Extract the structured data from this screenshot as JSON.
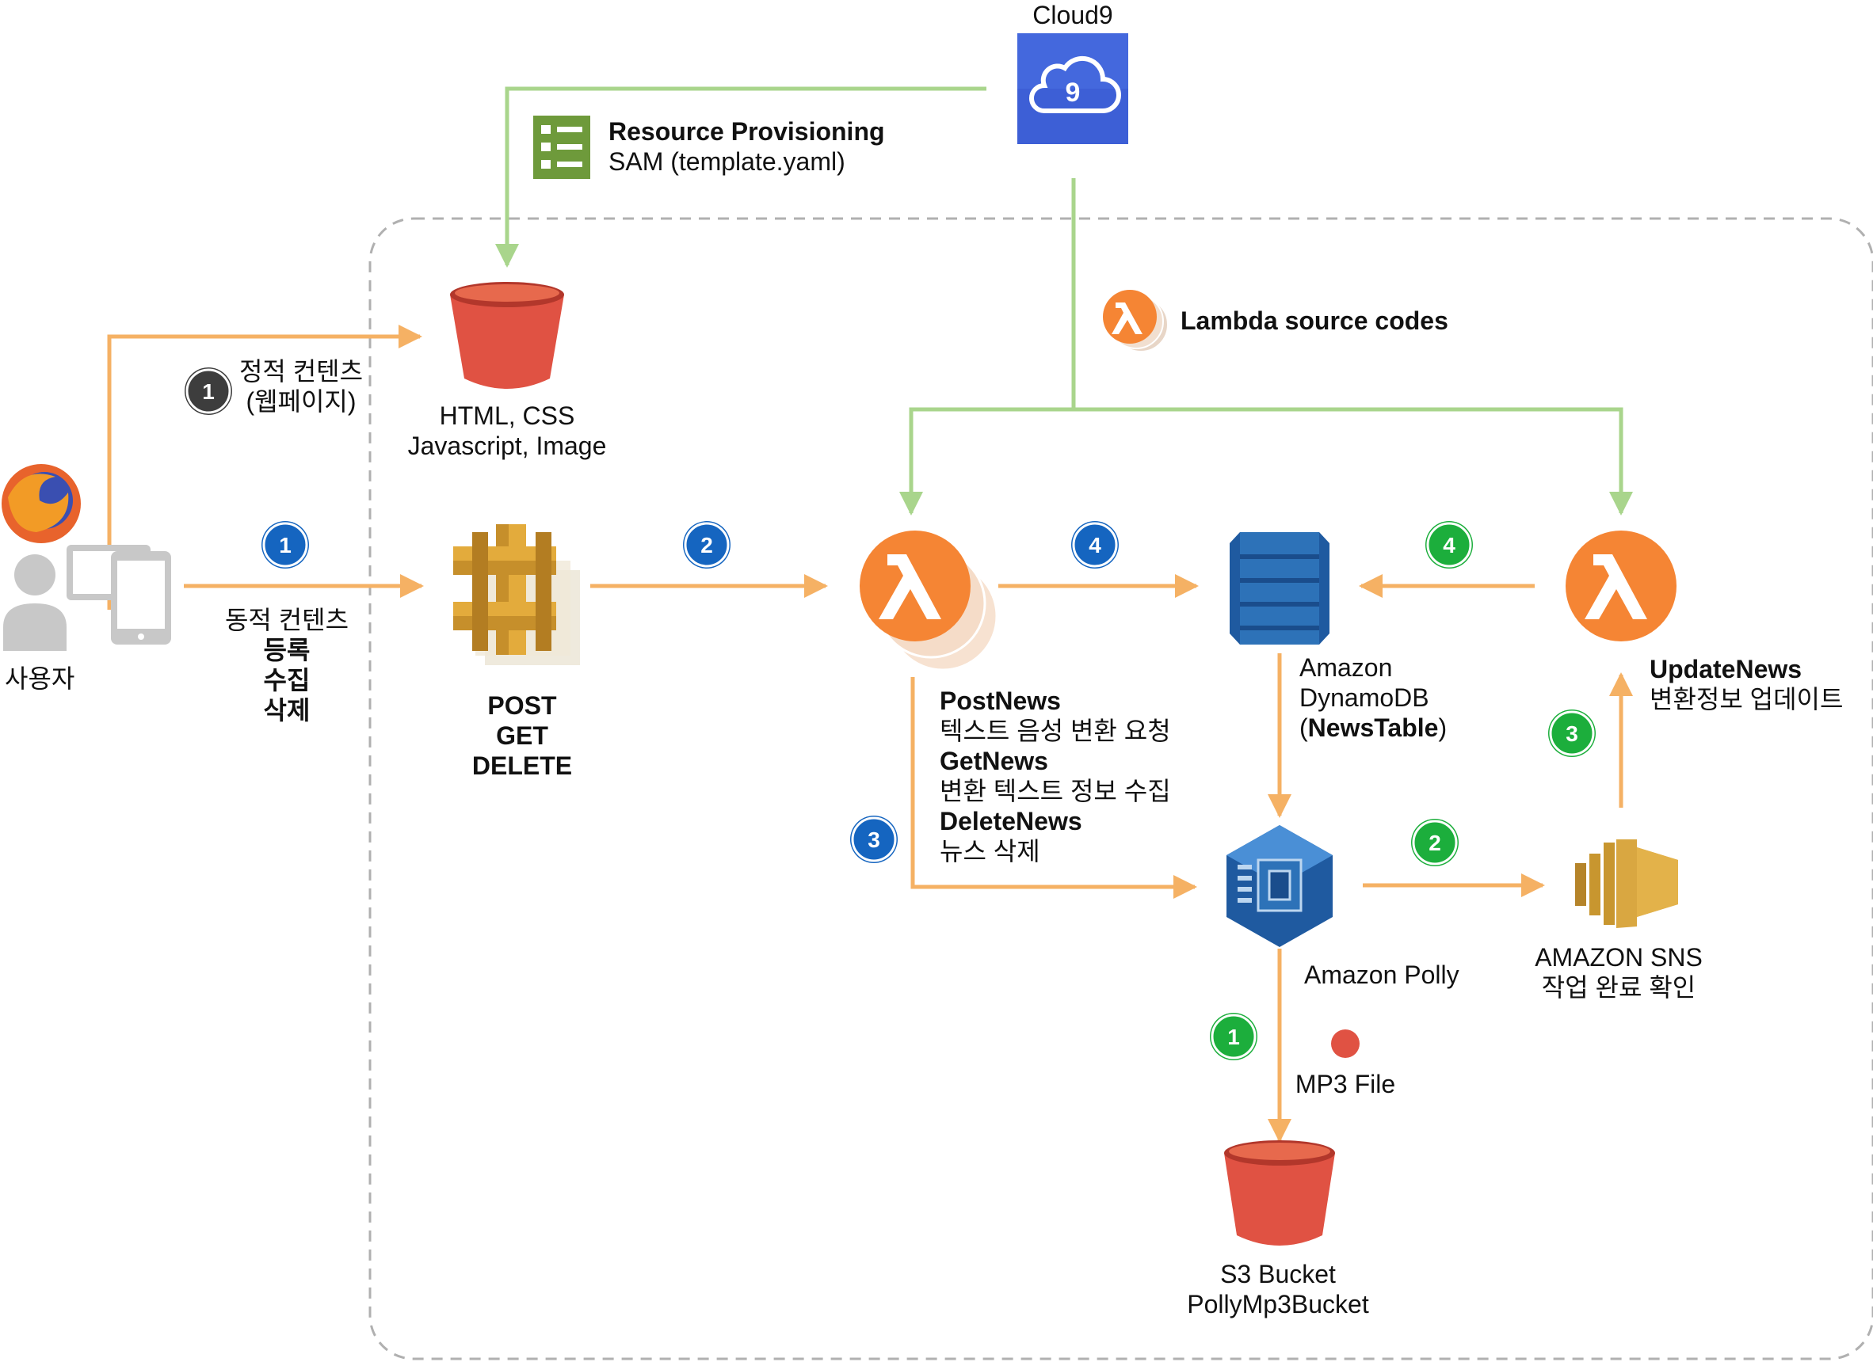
{
  "cloud9": {
    "label": "Cloud9",
    "glyph": "9"
  },
  "provisioning": {
    "title": "Resource Provisioning",
    "subtitle": "SAM (template.yaml)"
  },
  "lambda_source": {
    "label": "Lambda source codes"
  },
  "user": {
    "label": "사용자"
  },
  "static_flow": {
    "step": "1",
    "line1": "정적 컨텐츠",
    "line2": "(웹페이지)"
  },
  "dynamic_flow": {
    "step": "1",
    "line1": "동적 컨텐츠",
    "line2": "등록",
    "line3": "수집",
    "line4": "삭제"
  },
  "s3_web": {
    "line1": "HTML, CSS",
    "line2": "Javascript, Image"
  },
  "api_gateway": {
    "line1": "POST",
    "line2": "GET",
    "line3": "DELETE"
  },
  "steps_blue": {
    "s2": "2",
    "s3": "3",
    "s4": "4"
  },
  "lambda_main": {
    "post_name": "PostNews",
    "post_desc": "텍스트 음성 변환 요청",
    "get_name": "GetNews",
    "get_desc": "변환 텍스트 정보 수집",
    "delete_name": "DeleteNews",
    "delete_desc": "뉴스 삭제"
  },
  "dynamodb": {
    "line1": "Amazon",
    "line2": "DynamoDB",
    "line3_open": "(",
    "line3_bold": "NewsTable",
    "line3_close": ")"
  },
  "polly": {
    "label": "Amazon Polly"
  },
  "sns": {
    "line1": "AMAZON SNS",
    "line2": "작업 완료 확인"
  },
  "update_lambda": {
    "name": "UpdateNews",
    "desc": "변환정보 업데이트"
  },
  "steps_green": {
    "s1": "1",
    "s2": "2",
    "s3": "3",
    "s4": "4"
  },
  "mp3": {
    "label": "MP3 File"
  },
  "s3_mp3": {
    "line1": "S3 Bucket",
    "line2": "PollyMp3Bucket"
  },
  "colors": {
    "orange_arrow": "#f5b164",
    "green_arrow": "#a9d58c",
    "blue_step": "#1565c0",
    "green_step": "#1cae3c",
    "dark_step": "#3d3d3d",
    "s3_red": "#e05243",
    "lambda_orange": "#f58534",
    "dynamo_blue": "#2d72b8",
    "sns_gold": "#d9a741",
    "cloud9_blue": "#3d5fd6"
  }
}
